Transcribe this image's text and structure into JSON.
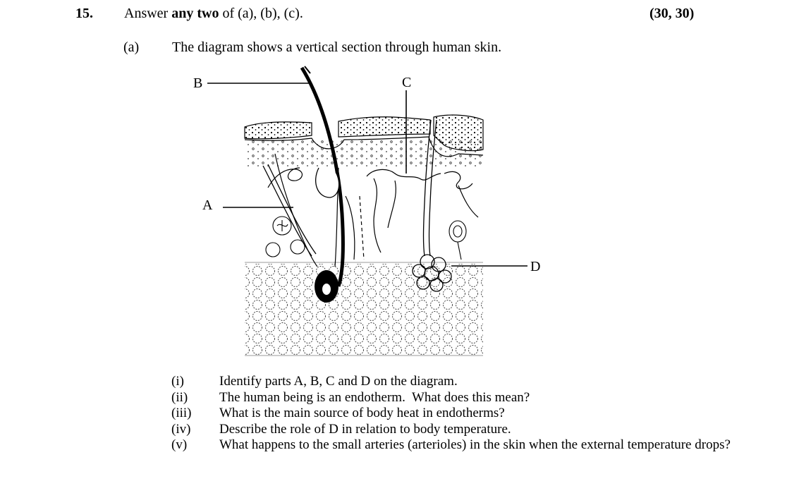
{
  "question": {
    "number": "15.",
    "intro_prefix": "Answer ",
    "intro_bold": "any two",
    "intro_suffix": " of (a), (b), (c).",
    "marks": "(30, 30)"
  },
  "part_a": {
    "label": "(a)",
    "text": "The diagram shows a vertical section through human skin."
  },
  "diagram": {
    "labels": {
      "A": "A",
      "B": "B",
      "C": "C",
      "D": "D"
    },
    "icons": [
      "hair-icon",
      "sweat-gland-icon",
      "blood-vessel-icon",
      "fat-cells-icon"
    ]
  },
  "subquestions": [
    {
      "num": "(i)",
      "text": "Identify parts A, B, C and D on the diagram."
    },
    {
      "num": "(ii)",
      "text": "The human being is an endotherm.  What does this mean?"
    },
    {
      "num": "(iii)",
      "text": "What is the main source of body heat in endotherms?"
    },
    {
      "num": "(iv)",
      "text": "Describe the role of D in relation to body temperature."
    },
    {
      "num": "(v)",
      "text": "What happens to the small arteries (arterioles) in the skin when the external temperature drops?"
    }
  ]
}
